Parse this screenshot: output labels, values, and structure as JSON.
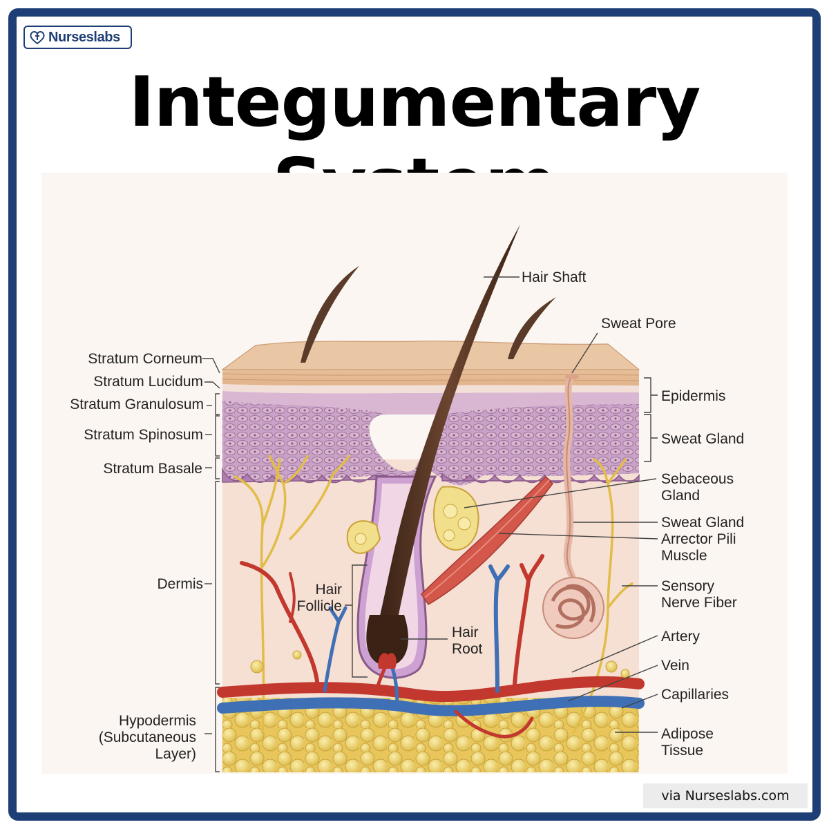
{
  "brand": {
    "logo_text": "Nurseslabs",
    "accent": "#1d3f75"
  },
  "title": {
    "line1": "Integumentary",
    "line2": "System"
  },
  "labels_left": {
    "stratum_corneum": "Stratum Corneum",
    "stratum_lucidum": "Stratum Lucidum",
    "stratum_granulosum": "Stratum Granulosum",
    "stratum_spinosum": "Stratum Spinosum",
    "stratum_basale": "Stratum Basale",
    "dermis": "Dermis",
    "hypodermis": [
      "Hypodermis",
      "(Subcutaneous",
      "Layer)"
    ]
  },
  "labels_center": {
    "hair_shaft": "Hair Shaft",
    "hair_follicle": [
      "Hair",
      "Follicle"
    ],
    "hair_root": [
      "Hair",
      "Root"
    ]
  },
  "labels_right": {
    "sweat_pore": "Sweat Pore",
    "epidermis": "Epidermis",
    "sweat_gland_1": "Sweat Gland",
    "sebaceous_gland": [
      "Sebaceous",
      "Gland"
    ],
    "sweat_gland_2": "Sweat Gland",
    "arrector_pili": [
      "Arrector Pili",
      "Muscle"
    ],
    "sensory_nerve": [
      "Sensory",
      "Nerve Fiber"
    ],
    "artery": "Artery",
    "vein": "Vein",
    "capillaries": "Capillaries",
    "adipose": [
      "Adipose",
      "Tissue"
    ]
  },
  "credit": "via Nurseslabs.com",
  "colors": {
    "frame": "#1d3f75",
    "skin_surface": "#e8c29e",
    "epidermis_purple": "#b88ac4",
    "dermis": "#f5dccf",
    "fat": "#f0d770",
    "artery": "#c2372e",
    "vein": "#3f6fb5",
    "nerve": "#e6c44f",
    "hair": "#4a2c1c",
    "muscle": "#d66450"
  }
}
